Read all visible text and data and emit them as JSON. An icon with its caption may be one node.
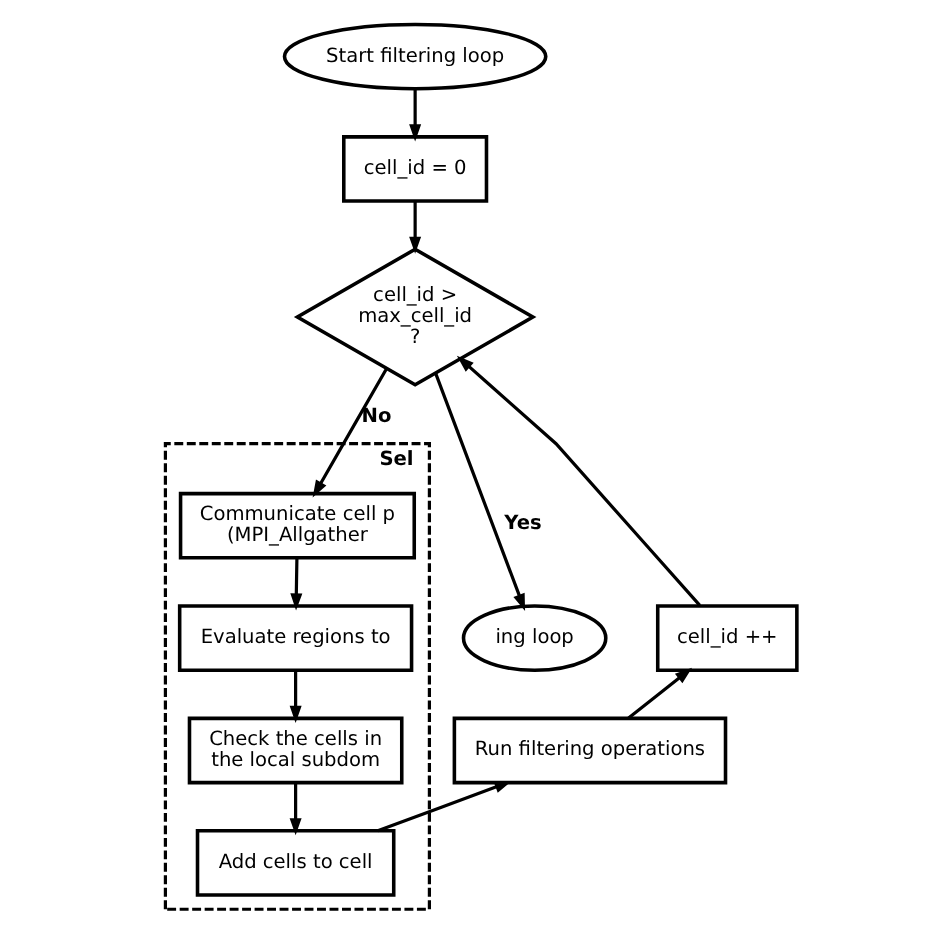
{
  "diagram": {
    "nodes": [
      {
        "text": [
          "Start filtering loop"
        ]
      },
      {
        "text": [
          "cell_id = 0"
        ]
      },
      {
        "text": [
          "cell_id > max_cell_id ?"
        ]
      },
      {
        "text": [
          "ing loop"
        ]
      },
      {
        "text": [
          "cell_id ++"
        ]
      },
      {
        "text": [
          "Run filtering operations"
        ]
      },
      {
        "text": [
          "Sel"
        ]
      },
      {
        "text": [
          "Communicate cell p (MPI_Allgather"
        ],
        "in": 6
      },
      {
        "text": [
          "Evaluate regions to"
        ],
        "in": 6
      },
      {
        "text": [
          "Check the cells in the local subdom"
        ],
        "in": 6
      },
      {
        "text": [
          "Add cells to cell"
        ],
        "in": 6
      }
    ],
    "edges": [
      {
        "from": 0,
        "to": 1,
        "arrow": "to"
      },
      {
        "from": 1,
        "to": 2,
        "arrow": "to"
      },
      {
        "from": 2,
        "to": 3,
        "label": "Yes",
        "arrow": "to"
      },
      {
        "from": 2,
        "to": 7,
        "label": "No",
        "arrow": "to"
      },
      {
        "from": 7,
        "to": 8,
        "arrow": "to"
      },
      {
        "from": 8,
        "to": 9,
        "arrow": "to"
      },
      {
        "from": 9,
        "to": 10,
        "arrow": "to"
      },
      {
        "from": 10,
        "to": 5,
        "arrow": "to"
      },
      {
        "from": 5,
        "to": 4,
        "arrow": "to"
      },
      {
        "from": 4,
        "to": 2,
        "arrow": "to"
      }
    ]
  }
}
